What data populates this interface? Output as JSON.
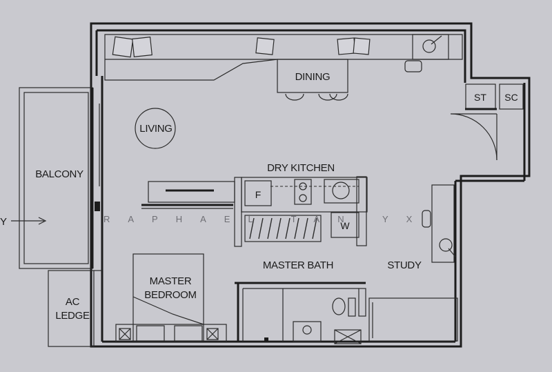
{
  "rooms": {
    "dining": "DINING",
    "living": "LIVING",
    "dry_kitchen": "DRY KITCHEN",
    "balcony": "BALCONY",
    "master_bath": "MASTER BATH",
    "study": "STUDY",
    "master_bedroom_line1": "MASTER",
    "master_bedroom_line2": "BEDROOM",
    "ac_ledge_line1": "AC",
    "ac_ledge_line2": "LEDGE",
    "store": "ST",
    "service": "SC"
  },
  "fixtures": {
    "fridge": "F",
    "washer": "W"
  },
  "edge_text": "Y",
  "watermark": "RAPHAEL TAN YX",
  "colors": {
    "paper": "#c9c9cf",
    "line": "#1c1c1c"
  }
}
